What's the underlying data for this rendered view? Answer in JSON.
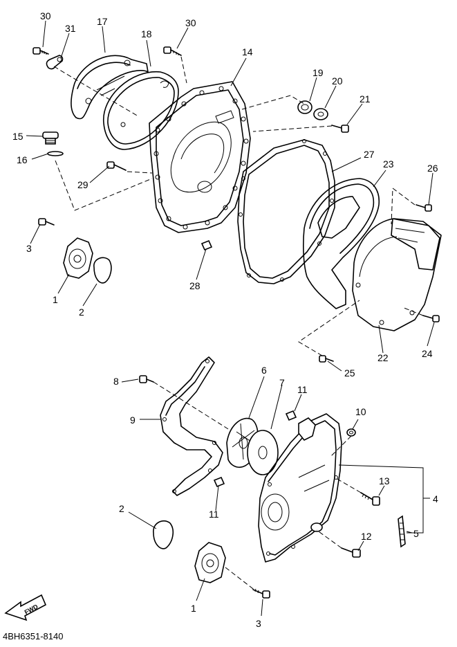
{
  "diagram_code": "4BH6351-8140",
  "fwd_label": "FWD",
  "callouts": {
    "c30a": "30",
    "c31": "31",
    "c17": "17",
    "c18": "18",
    "c30b": "30",
    "c14": "14",
    "c19": "19",
    "c20": "20",
    "c21": "21",
    "c15": "15",
    "c16": "16",
    "c29": "29",
    "c27": "27",
    "c23": "23",
    "c26": "26",
    "c3a": "3",
    "c1a": "1",
    "c2a": "2",
    "c28": "28",
    "c22": "22",
    "c24": "24",
    "c25": "25",
    "c8": "8",
    "c6": "6",
    "c7": "7",
    "c11a": "11",
    "c10": "10",
    "c9": "9",
    "c13": "13",
    "c4": "4",
    "c2b": "2",
    "c11b": "11",
    "c5": "5",
    "c12": "12",
    "c1b": "1",
    "c3b": "3"
  }
}
